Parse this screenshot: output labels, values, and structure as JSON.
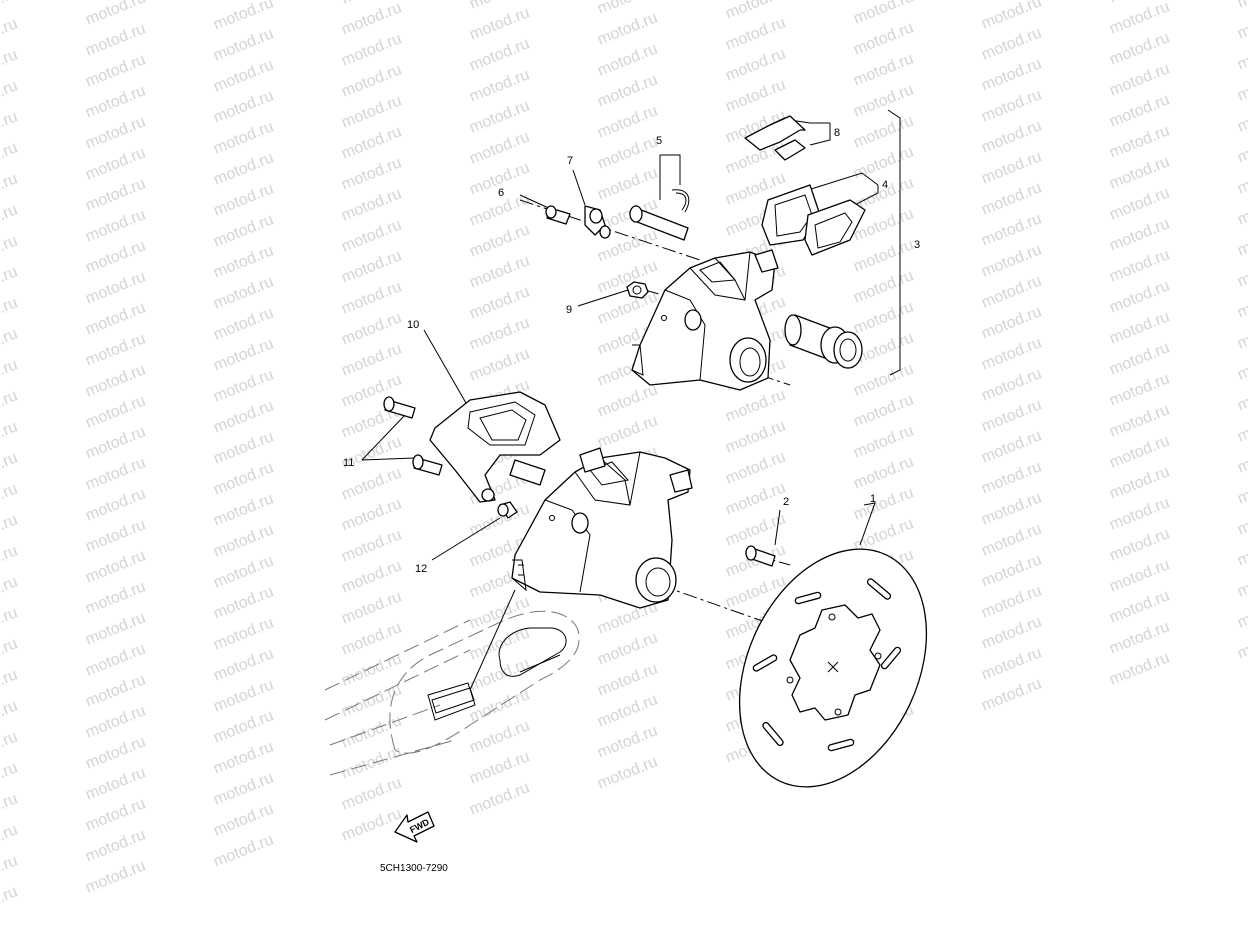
{
  "watermark": {
    "text": "motod.ru",
    "color": "#d4d4d4"
  },
  "diagram_code": "5CH1300-7290",
  "forward_arrow": {
    "text": "FWD",
    "icon": "fwd-arrow-icon"
  },
  "callouts": [
    "1",
    "2",
    "3",
    "4",
    "5",
    "6",
    "7",
    "8",
    "9",
    "10",
    "11",
    "12"
  ]
}
